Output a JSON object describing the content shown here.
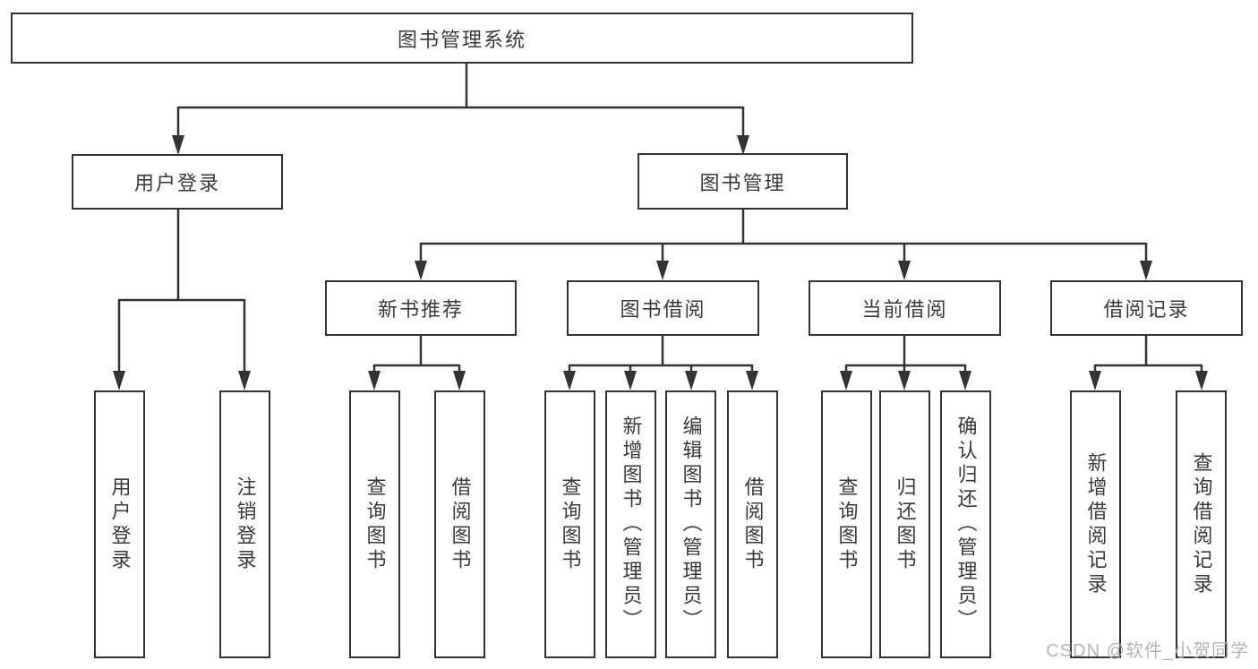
{
  "nodes": {
    "root": {
      "label": "图书管理系统"
    },
    "user_login": {
      "label": "用户登录"
    },
    "book_management": {
      "label": "图书管理"
    },
    "new_book_recommend": {
      "label": "新书推荐"
    },
    "book_borrow": {
      "label": "图书借阅"
    },
    "current_borrow": {
      "label": "当前借阅"
    },
    "borrow_record": {
      "label": "借阅记录"
    }
  },
  "leaves": [
    {
      "id": "user-login",
      "label": "用户登录"
    },
    {
      "id": "logout",
      "label": "注销登录"
    },
    {
      "id": "query-book-recommend",
      "label": "查询图书"
    },
    {
      "id": "borrow-book-recommend",
      "label": "借阅图书"
    },
    {
      "id": "query-book-borrow",
      "label": "查询图书"
    },
    {
      "id": "add-book-admin",
      "label": "新增图书（管理员）"
    },
    {
      "id": "edit-book-admin",
      "label": "编辑图书（管理员）"
    },
    {
      "id": "borrow-book",
      "label": "借阅图书"
    },
    {
      "id": "query-book-current",
      "label": "查询图书"
    },
    {
      "id": "return-book",
      "label": "归还图书"
    },
    {
      "id": "confirm-return-admin",
      "label": "确认归还（管理员）"
    },
    {
      "id": "add-borrow-record",
      "label": "新增借阅记录"
    },
    {
      "id": "query-borrow-record",
      "label": "查询借阅记录"
    }
  ],
  "watermark": "CSDN @软件_小贺同学",
  "colors": {
    "line": "#333333",
    "text": "#3a3a3a",
    "box_background": "#ffffff",
    "watermark": "#b5b5b5"
  }
}
